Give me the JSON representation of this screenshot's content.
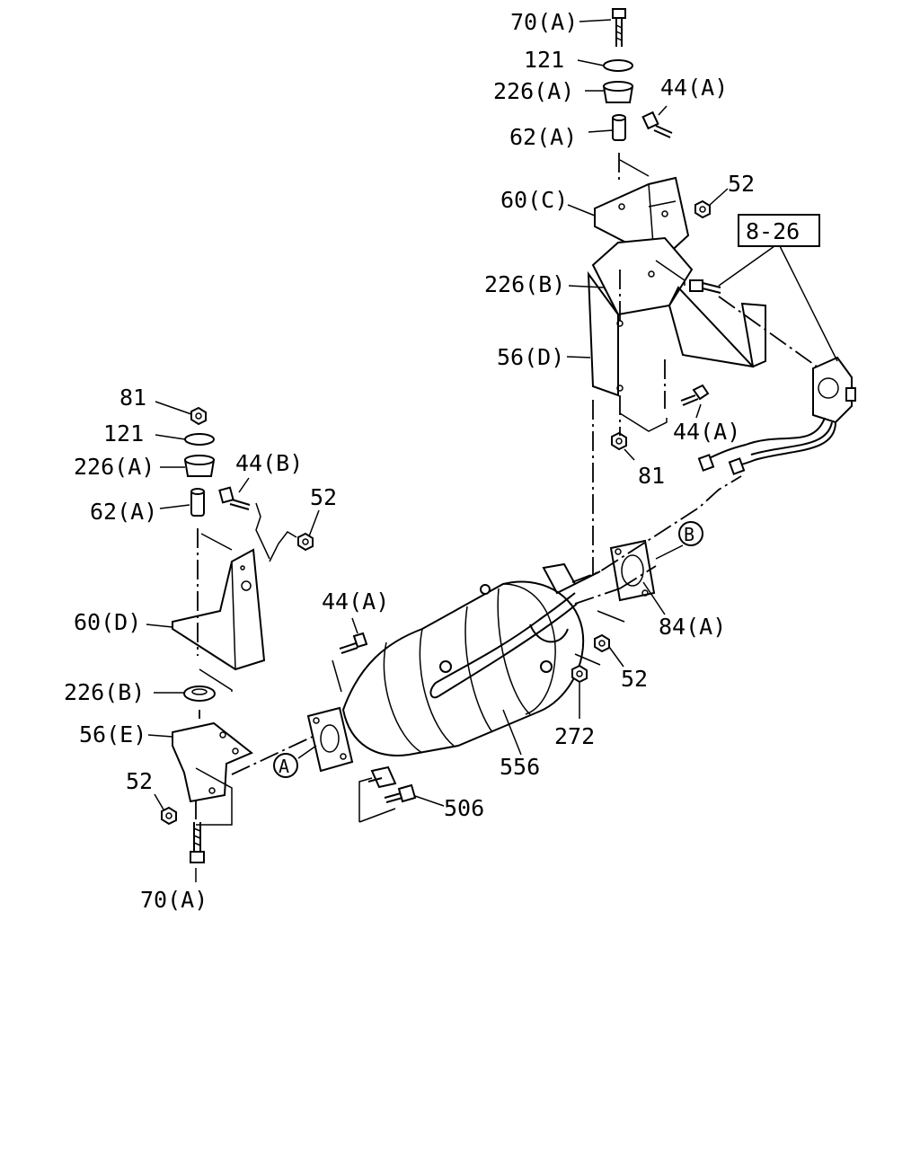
{
  "labels": {
    "l_70a_top": "70(A)",
    "l_121_top": "121",
    "l_226a_top": "226(A)",
    "l_44a_top": "44(A)",
    "l_62a_top": "62(A)",
    "l_52_top": "52",
    "l_60c": "60(C)",
    "l_ref": "8-26",
    "l_226b_top": "226(B)",
    "l_56d": "56(D)",
    "l_44a_mid": "44(A)",
    "l_81_mid": "81",
    "l_81_left": "81",
    "l_121_left": "121",
    "l_226a_left": "226(A)",
    "l_44b": "44(B)",
    "l_52_left": "52",
    "l_62a_left": "62(A)",
    "l_60d": "60(D)",
    "l_44a_lower": "44(A)",
    "l_226b_left": "226(B)",
    "l_56e": "56(E)",
    "l_52_bottom": "52",
    "l_70a_bottom": "70(A)",
    "l_b": "B",
    "l_84a": "84(A)",
    "l_52_right": "52",
    "l_272": "272",
    "l_556": "556",
    "l_a": "A",
    "l_506": "506"
  }
}
